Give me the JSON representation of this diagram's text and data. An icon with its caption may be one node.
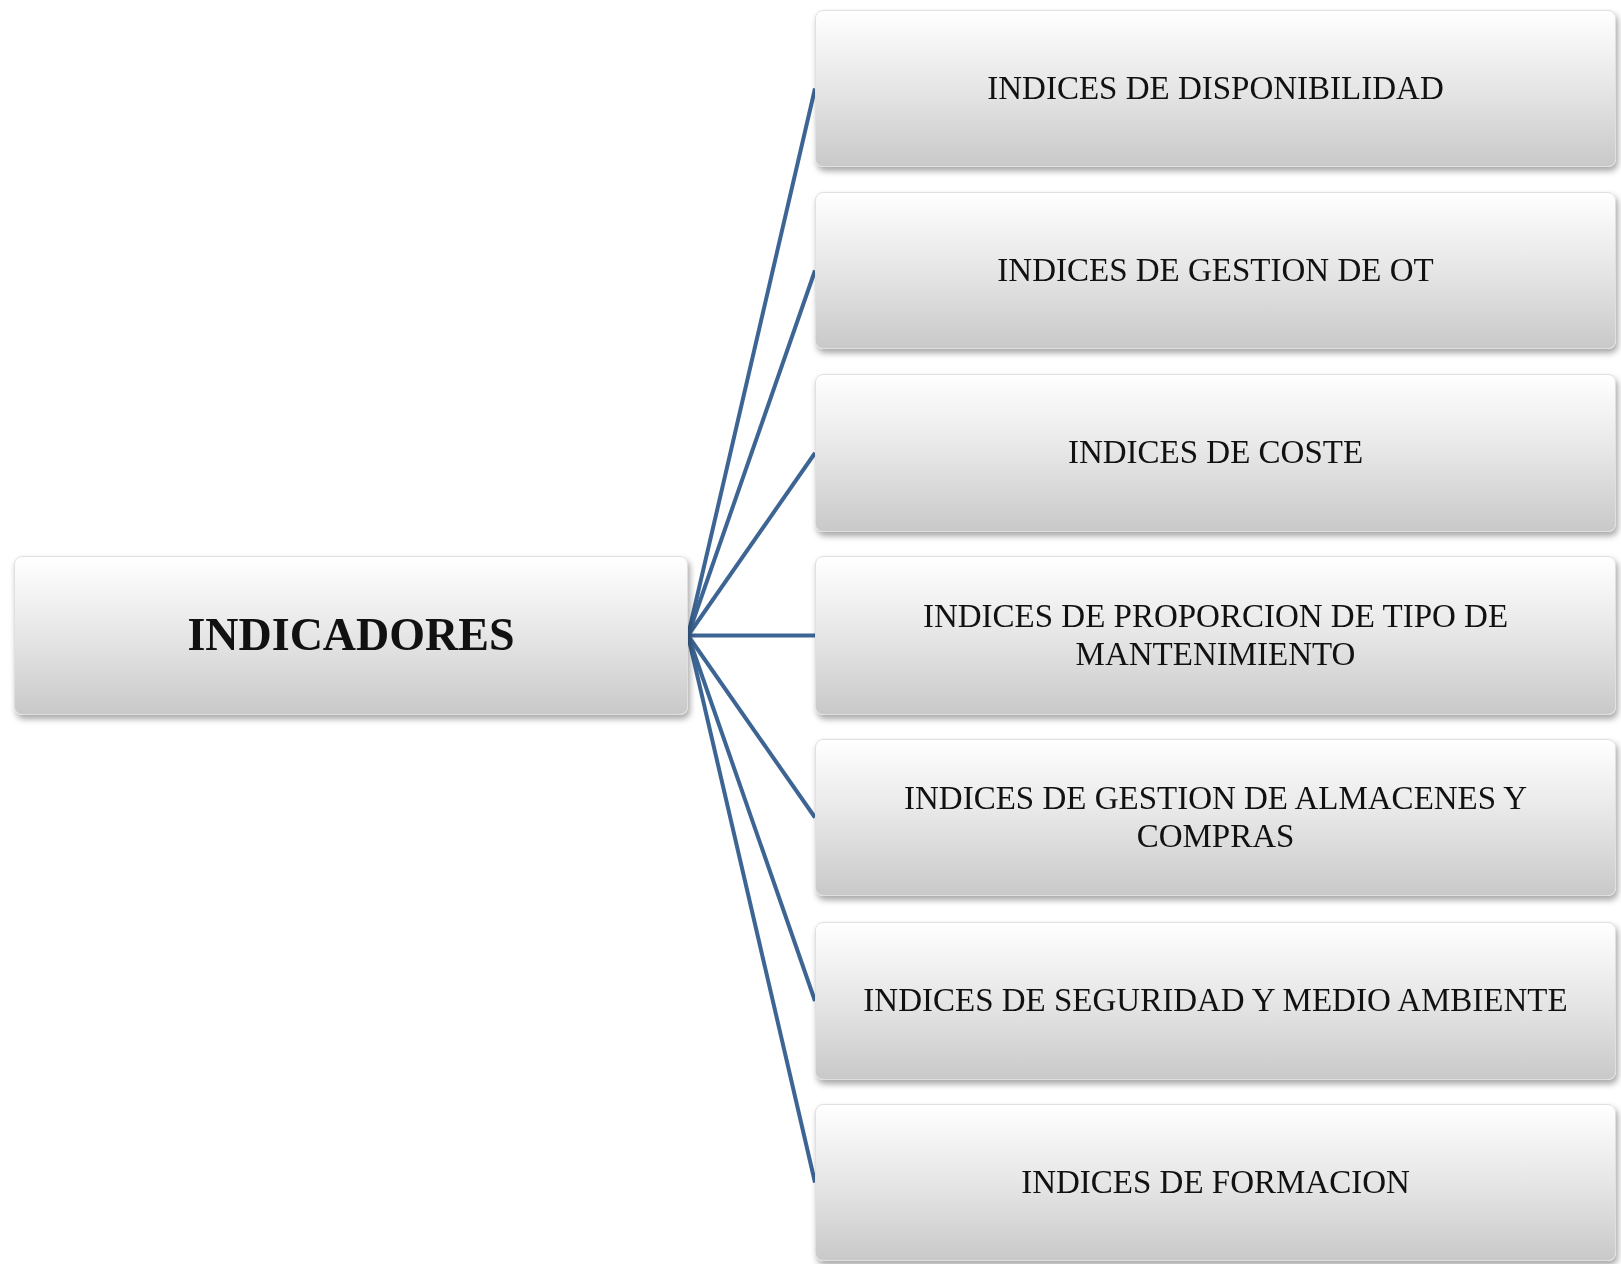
{
  "diagram": {
    "nodes": [
      {
        "text": [
          "INDICADORES"
        ]
      },
      {
        "text": [
          "INDICES DE DISPONIBILIDAD"
        ]
      },
      {
        "text": [
          "INDICES DE GESTION DE OT"
        ]
      },
      {
        "text": [
          "INDICES DE COSTE"
        ]
      },
      {
        "text": [
          "INDICES DE PROPORCION DE TIPO DE MANTENIMIENTO"
        ]
      },
      {
        "text": [
          "INDICES DE GESTION DE ALMACENES Y COMPRAS"
        ]
      },
      {
        "text": [
          "INDICES DE SEGURIDAD Y MEDIO AMBIENTE"
        ]
      },
      {
        "text": [
          "INDICES DE FORMACION"
        ]
      }
    ],
    "edges": [
      {
        "from": 0,
        "to": 1,
        "arrow": "none"
      },
      {
        "from": 0,
        "to": 2,
        "arrow": "none"
      },
      {
        "from": 0,
        "to": 3,
        "arrow": "none"
      },
      {
        "from": 0,
        "to": 4,
        "arrow": "none"
      },
      {
        "from": 0,
        "to": 5,
        "arrow": "none"
      },
      {
        "from": 0,
        "to": 6,
        "arrow": "none"
      },
      {
        "from": 0,
        "to": 7,
        "arrow": "none"
      }
    ]
  }
}
